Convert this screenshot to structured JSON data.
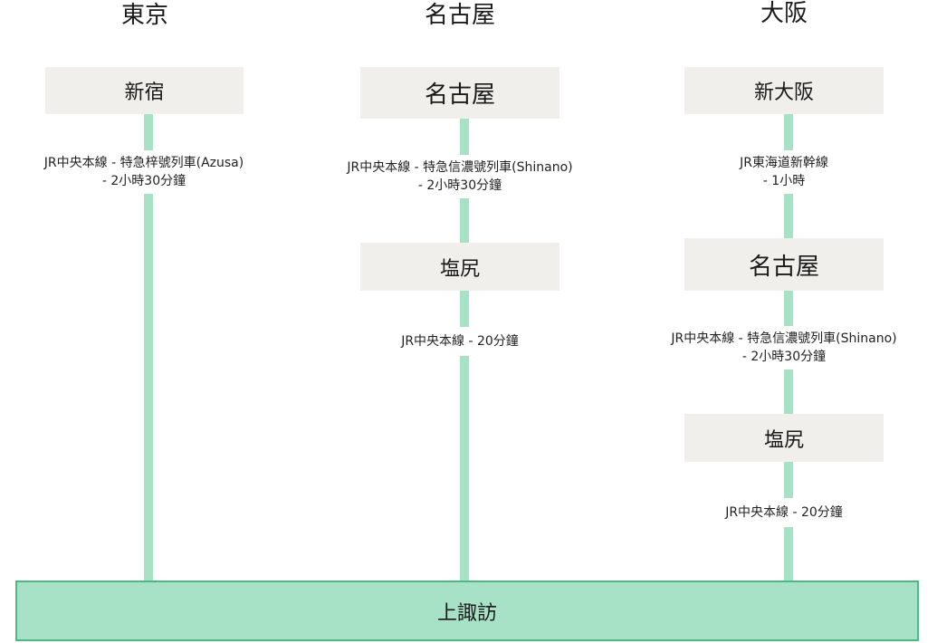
{
  "columns": [
    {
      "title": "東京",
      "stations": [
        "新宿"
      ],
      "segments": [
        {
          "line1": "JR中央本線 - 特急梓號列車(Azusa)",
          "line2": "- 2小時30分鐘"
        }
      ]
    },
    {
      "title": "名古屋",
      "stations": [
        "名古屋",
        "塩尻"
      ],
      "segments": [
        {
          "line1": "JR中央本線 - 特急信濃號列車(Shinano)",
          "line2": "- 2小時30分鐘"
        },
        {
          "line1": "JR中央本線 - 20分鐘"
        }
      ]
    },
    {
      "title": "大阪",
      "stations": [
        "新大阪",
        "名古屋",
        "塩尻"
      ],
      "segments": [
        {
          "line1": "JR東海道新幹線",
          "line2": "- 1小時"
        },
        {
          "line1": "JR中央本線 - 特急信濃號列車(Shinano)",
          "line2": "- 2小時30分鐘"
        },
        {
          "line1": "JR中央本線 - 20分鐘"
        }
      ]
    }
  ],
  "destination": "上諏訪",
  "colors": {
    "line": "#a8e2c6",
    "destination_fill": "#a8e2c6",
    "destination_border": "#4db882",
    "station_fill": "#f0efec"
  }
}
